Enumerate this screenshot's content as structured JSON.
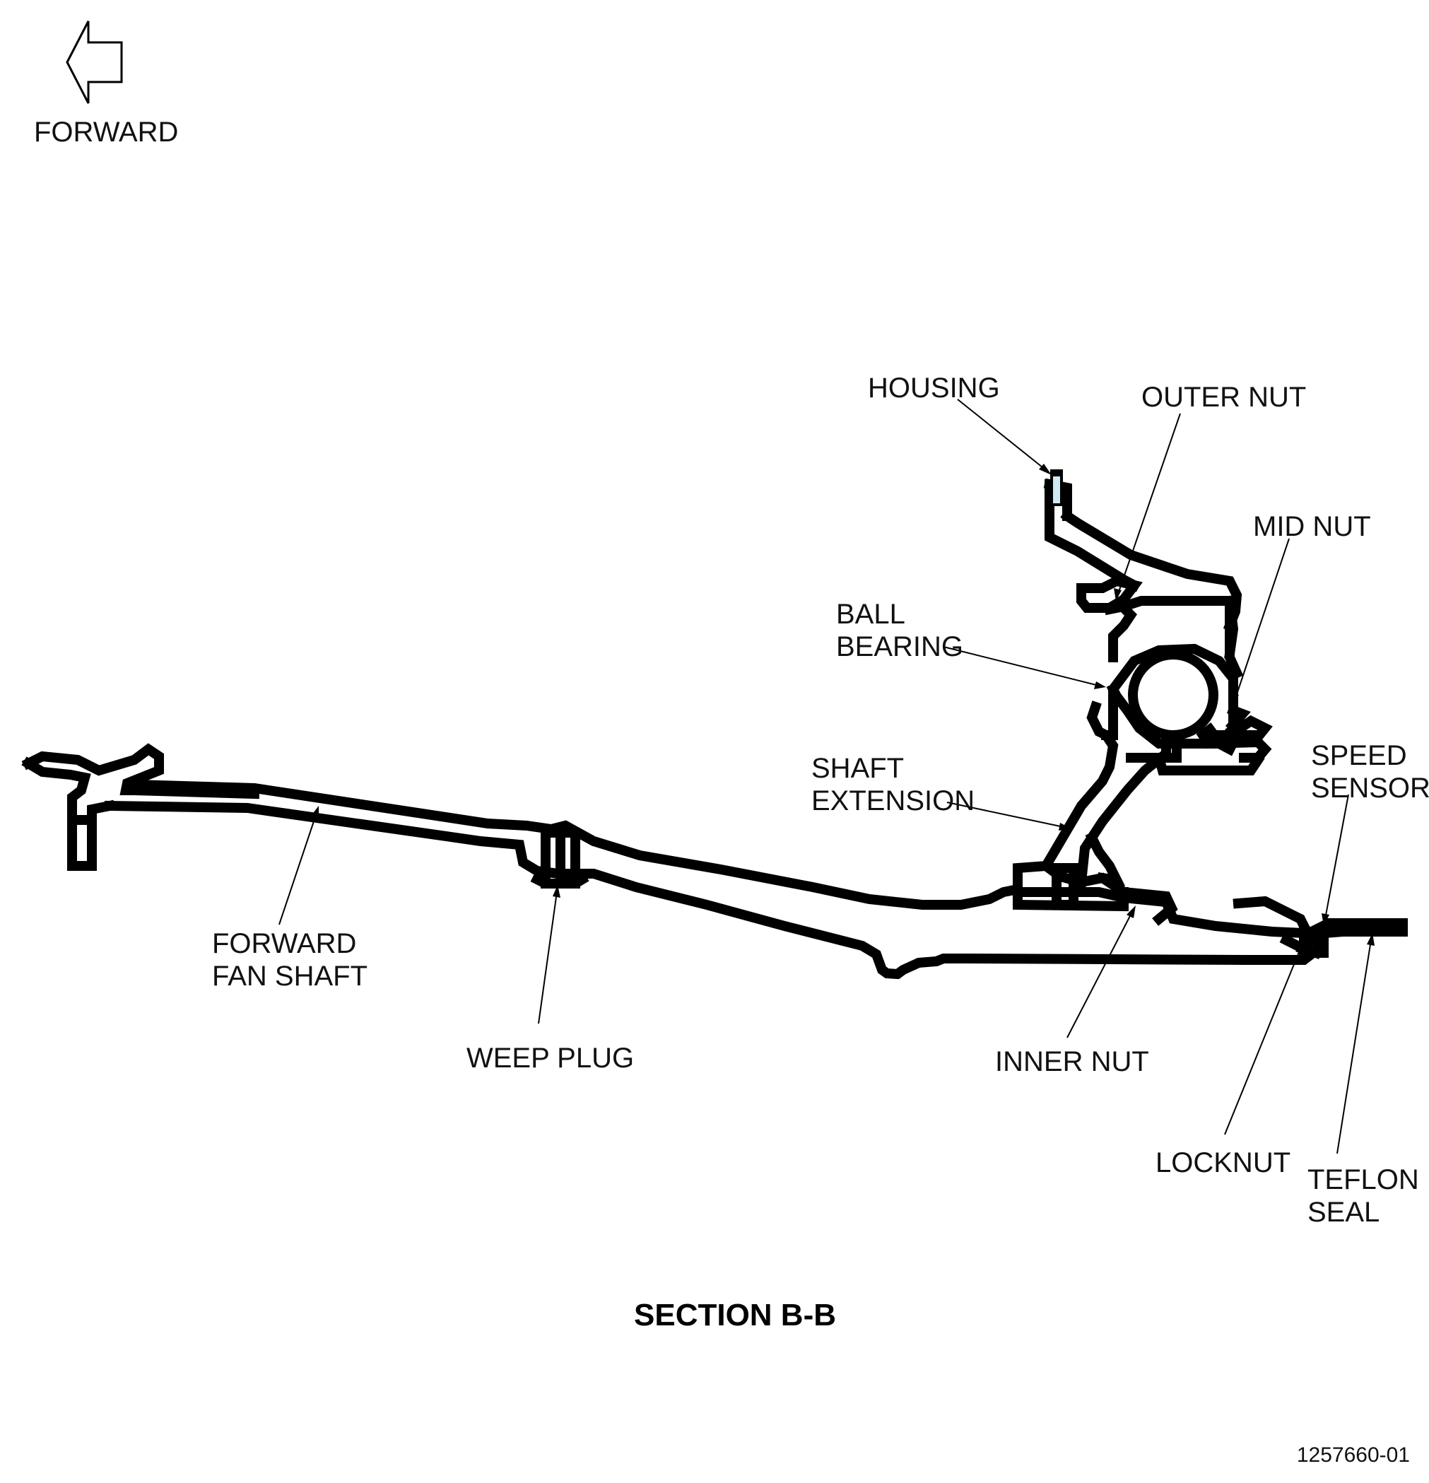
{
  "direction": {
    "label": "FORWARD",
    "icon": "arrow-left-outline-icon"
  },
  "labels": {
    "housing": [
      "HOUSING"
    ],
    "outer_nut": [
      "OUTER NUT"
    ],
    "mid_nut": [
      "MID NUT"
    ],
    "ball_bearing": [
      "BALL",
      "BEARING"
    ],
    "shaft_extension": [
      "SHAFT",
      "EXTENSION"
    ],
    "speed_sensor": [
      "SPEED",
      "SENSOR"
    ],
    "forward_fan_shaft": [
      "FORWARD",
      "FAN SHAFT"
    ],
    "weep_plug": [
      "WEEP PLUG"
    ],
    "inner_nut": [
      "INNER NUT"
    ],
    "locknut": [
      "LOCKNUT"
    ],
    "teflon_seal": [
      "TEFLON",
      "SEAL"
    ]
  },
  "title": "SECTION B-B",
  "figure_number": "1257660-01",
  "colors": {
    "line": "#000000",
    "housing_insert": "#cfe8f3",
    "background": "#ffffff"
  }
}
